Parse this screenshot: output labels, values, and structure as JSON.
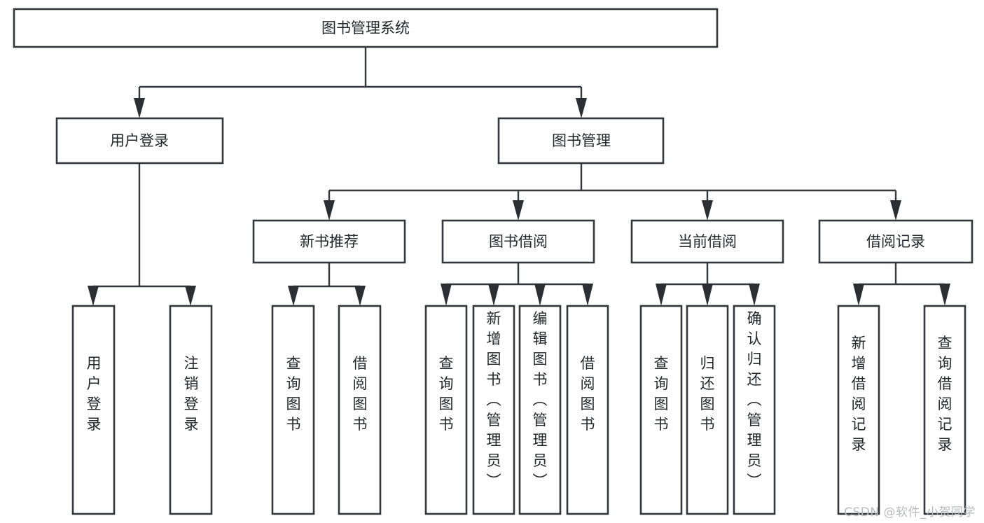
{
  "diagram": {
    "type": "tree-hierarchy",
    "title": "图书管理系统",
    "watermark": "CSDN @软件_小贺同学",
    "colors": {
      "box_stroke": "#33373b",
      "box_fill": "#ffffff",
      "connector": "#33373b",
      "text": "#23262a",
      "watermark": "#b9bbbe",
      "background": "#ffffff"
    },
    "levels": {
      "level1": [
        {
          "id": "root",
          "label": "图书管理系统"
        }
      ],
      "level2": [
        {
          "id": "user-login",
          "label": "用户登录"
        },
        {
          "id": "book-manage",
          "label": "图书管理"
        }
      ],
      "level3": [
        {
          "id": "new-book-recommend",
          "label": "新书推荐"
        },
        {
          "id": "book-borrow",
          "label": "图书借阅"
        },
        {
          "id": "current-borrow",
          "label": "当前借阅"
        },
        {
          "id": "borrow-record",
          "label": "借阅记录"
        }
      ],
      "level4": [
        {
          "id": "leaf-user-login",
          "label": "用户登录",
          "parent": "user-login"
        },
        {
          "id": "leaf-logout-login",
          "label": "注销登录",
          "parent": "user-login"
        },
        {
          "id": "leaf-query-book-1",
          "label": "查询图书",
          "parent": "new-book-recommend"
        },
        {
          "id": "leaf-borrow-book-1",
          "label": "借阅图书",
          "parent": "new-book-recommend"
        },
        {
          "id": "leaf-query-book-2",
          "label": "查询图书",
          "parent": "book-borrow"
        },
        {
          "id": "leaf-add-book",
          "label": "新增图书（管理员）",
          "parent": "book-borrow"
        },
        {
          "id": "leaf-edit-book",
          "label": "编辑图书（管理员）",
          "parent": "book-borrow"
        },
        {
          "id": "leaf-borrow-book-2",
          "label": "借阅图书",
          "parent": "book-borrow"
        },
        {
          "id": "leaf-query-book-3",
          "label": "查询图书",
          "parent": "current-borrow"
        },
        {
          "id": "leaf-return-book",
          "label": "归还图书",
          "parent": "current-borrow"
        },
        {
          "id": "leaf-confirm-return",
          "label": "确认归还（管理员）",
          "parent": "current-borrow"
        },
        {
          "id": "leaf-add-record",
          "label": "新增借阅记录",
          "parent": "borrow-record"
        },
        {
          "id": "leaf-query-record",
          "label": "查询借阅记录",
          "parent": "borrow-record"
        }
      ]
    }
  }
}
